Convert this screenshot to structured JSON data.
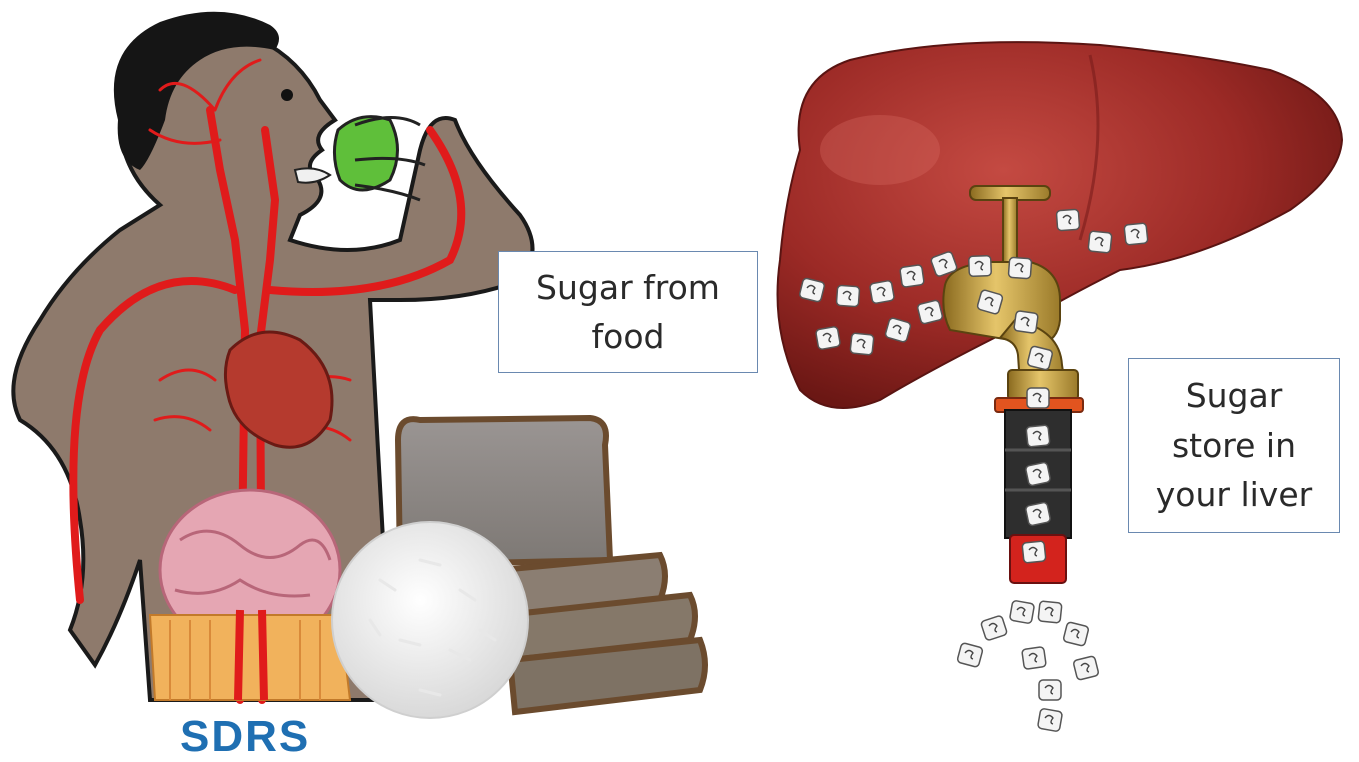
{
  "labels": {
    "food": "Sugar from\nfood",
    "liver": "Sugar\nstore in\nyour liver"
  },
  "logo_fragment": "SDRS",
  "icons": {
    "person": "person-circulation-icon",
    "food": "bread-and-rice-icon",
    "liver": "liver-icon",
    "tap": "tap-icon",
    "sugar": "sugar-cube-icon"
  },
  "colors": {
    "skin": "#8e7a6c",
    "blood": "#e01b1b",
    "liver": "#9c2a26",
    "tap": "#c9a13b",
    "box_border": "#6a89b0",
    "logo": "#1f6fb2"
  }
}
